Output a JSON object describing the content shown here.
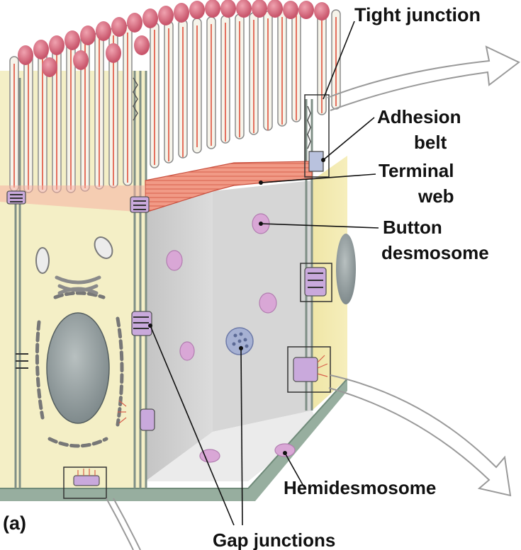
{
  "figure": {
    "panel_letter": "(a)",
    "labels": {
      "tight_junction": "Tight junction",
      "adhesion_belt_line1": "Adhesion",
      "adhesion_belt_line2": "belt",
      "terminal_web_line1": "Terminal",
      "terminal_web_line2": "web",
      "button_desmosome_line1": "Button",
      "button_desmosome_line2": "desmosome",
      "hemidesmosome": "Hemidesmosome",
      "gap_junctions": "Gap junctions"
    },
    "colors": {
      "microvilli_tip": "#d96a7e",
      "microvilli_stem": "#f4f2e8",
      "terminal_web": "#ef8a78",
      "cytoplasm": "#f4efc6",
      "cell_interior": "#cfcfcf",
      "cell_floor": "#e6e6e6",
      "nucleus": "#8f9a9c",
      "desmosome_plaque": "#c9a9dc",
      "basal_lamina": "#8ea79a",
      "arrow_outline": "#9a9a9a"
    }
  }
}
